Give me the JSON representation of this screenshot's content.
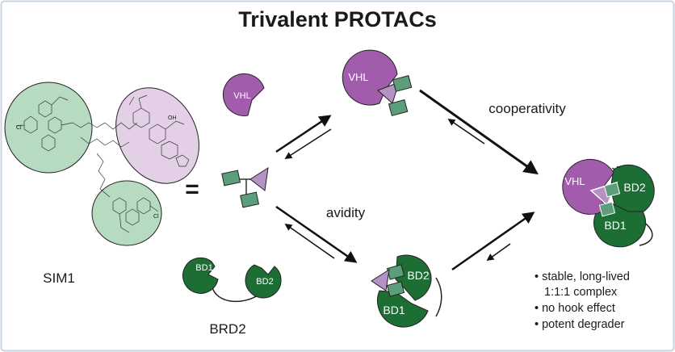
{
  "title": "Trivalent PROTACs",
  "labels": {
    "sim1": "SIM1",
    "brd2": "BRD2",
    "cooperativity": "cooperativity",
    "avidity": "avidity",
    "equals": "="
  },
  "proteins": {
    "vhl": "VHL",
    "bd1": "BD1",
    "bd2": "BD2"
  },
  "bullets": [
    "• stable, long-lived",
    "1:1:1 complex",
    "• no hook effect",
    "• potent degrader"
  ],
  "colors": {
    "vhl": "#a15cac",
    "brd": "#1d6e35",
    "warhead": "#5c9e7b",
    "linker_ligand": "#b592c4",
    "sim1_green_region": "#b6dbc0",
    "sim1_purple_region": "#e3cfe6"
  }
}
